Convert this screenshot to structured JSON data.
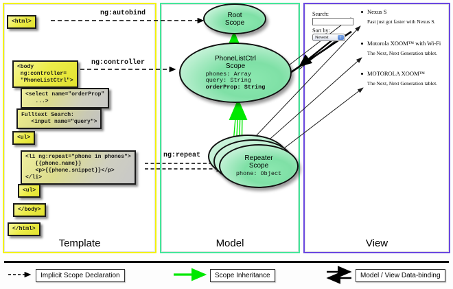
{
  "panels": {
    "template": {
      "label": "Template",
      "border_color": "#f2f20c"
    },
    "model": {
      "label": "Model",
      "border_color": "#44e69a"
    },
    "view": {
      "label": "View",
      "border_color": "#6a47e0"
    }
  },
  "template": {
    "boxes": [
      {
        "id": "html-open",
        "text": "<html>"
      },
      {
        "id": "body-open",
        "text": "<body\n ng:controller=\n \"PhoneListCtrl\">"
      },
      {
        "id": "select",
        "text": "<select name=\"orderProp\"\n   ...>"
      },
      {
        "id": "fulltext",
        "text": "Fulltext Search:\n   <input name=\"query\">"
      },
      {
        "id": "ul-open",
        "text": "<ul>"
      },
      {
        "id": "li-repeat",
        "text": "<li ng:repeat=\"phone in phones\">\n   {{phone.name}}\n   <p>{{phone.snippet}}</p>\n</li>"
      },
      {
        "id": "ul-close",
        "text": "<ul>"
      },
      {
        "id": "body-close",
        "text": "</body>"
      },
      {
        "id": "html-close",
        "text": "</html>"
      }
    ]
  },
  "connectors": {
    "autobind": "ng:autobind",
    "controller": "ng:controller",
    "repeat": "ng:repeat"
  },
  "model": {
    "scopes": [
      {
        "id": "root-scope",
        "title_line1": "Root",
        "title_line2": "Scope",
        "props": []
      },
      {
        "id": "phonelistctrl-scope",
        "title_line1": "PhoneListCtrl",
        "title_line2": "Scope",
        "props": [
          {
            "text": "phones: Array",
            "bold": false
          },
          {
            "text": "query: String",
            "bold": false
          },
          {
            "text": "orderProp: String",
            "bold": true
          }
        ]
      },
      {
        "id": "repeater-scope",
        "title_line1": "Repeater",
        "title_line2": "Scope",
        "props": [
          {
            "text": "phone: Object",
            "bold": false
          }
        ]
      }
    ]
  },
  "view": {
    "search_label": "Search:",
    "search_value": "",
    "sort_label": "Sort by:",
    "sort_selected": "Newest",
    "phones": [
      {
        "name": "Nexus S",
        "snippet": "Fast just got faster with Nexus S."
      },
      {
        "name": "Motorola XOOM™ with Wi-Fi",
        "snippet": "The Next, Next Generation tablet."
      },
      {
        "name": "MOTOROLA XOOM™",
        "snippet": "The Next, Next Generation tablet."
      }
    ]
  },
  "legend": {
    "items": [
      {
        "id": "implicit-scope-declaration",
        "label": "Implicit Scope Declaration",
        "style": "dashed-arrow",
        "color": "#000000"
      },
      {
        "id": "scope-inheritance",
        "label": "Scope Inheritance",
        "style": "solid-arrow",
        "color": "#00e800"
      },
      {
        "id": "model-view-data-binding",
        "label": "Model / View Data-binding",
        "style": "double-arrow",
        "color": "#000000"
      }
    ]
  }
}
